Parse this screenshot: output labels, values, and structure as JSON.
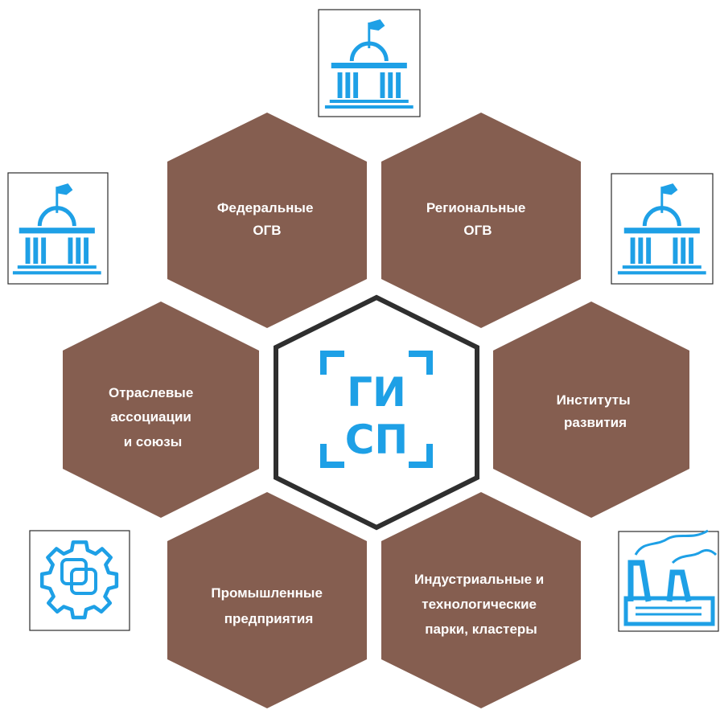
{
  "colors": {
    "hex_fill": "#855e50",
    "icon_blue": "#1ea0e6",
    "center_border": "#2f2f2f",
    "label_text": "#ffffff"
  },
  "center": {
    "logo_top": "ГИ",
    "logo_bottom": "СП"
  },
  "hexes": {
    "federal": {
      "lines": [
        "Федеральные",
        "ОГВ"
      ]
    },
    "regional": {
      "lines": [
        "Региональные",
        "ОГВ"
      ]
    },
    "industry": {
      "lines": [
        "Отраслевые",
        "ассоциации",
        "и союзы"
      ]
    },
    "development": {
      "lines": [
        "Институты",
        "развития"
      ]
    },
    "enterprises": {
      "lines": [
        "Промышленные",
        "предприятия"
      ]
    },
    "parks": {
      "lines": [
        "Индустриальные и",
        "технологические",
        "парки, кластеры"
      ]
    }
  },
  "icons": {
    "top": "government-building-icon",
    "left": "government-building-icon",
    "right": "government-building-icon",
    "bottom_left": "gear-icon",
    "bottom_right": "factory-icon"
  }
}
